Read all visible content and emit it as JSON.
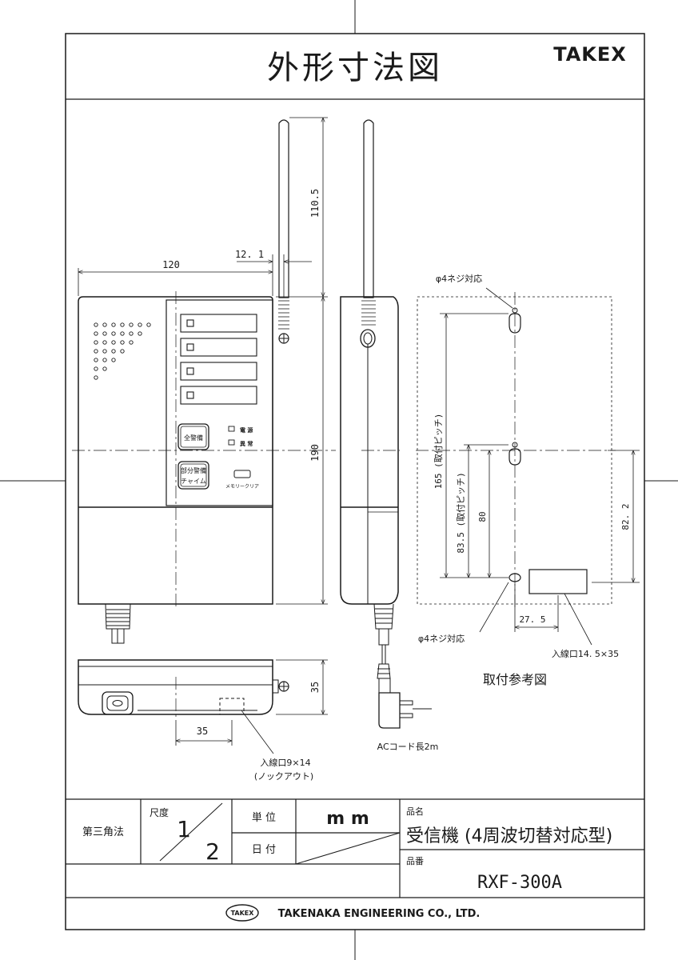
{
  "title": "外形寸法図",
  "brand": "TAKEX",
  "dimensions": {
    "antenna_height": "110.5",
    "width": "120",
    "antenna_offset": "12. 1",
    "body_height": "190",
    "depth": "35",
    "bottom_inlet_offset": "35",
    "mount_pitch_165": "165 (取付ピッチ)",
    "mount_pitch_83": "83.5 (取付ピッチ)",
    "mount_80": "80",
    "mount_82": "82. 2",
    "mount_27": "27. 5"
  },
  "front_panel": {
    "button_all": "全警備",
    "button_partial_line1": "部分警備",
    "button_partial_line2": "チャイム",
    "led_power": "電 源",
    "led_error": "異 常",
    "memory_clear": "メモリークリア"
  },
  "notes": {
    "screw_top": "φ4ネジ対応",
    "screw_bottom": "φ4ネジ対応",
    "inlet_rear": "入線口14. 5×35",
    "mount_ref": "取付参考図",
    "ac_cord": "ACコード長2m",
    "inlet_bottom_line1": "入線口9×14",
    "inlet_bottom_line2": "(ノックアウト)"
  },
  "title_block": {
    "projection": "第三角法",
    "scale_label": "尺度",
    "scale_num": "1",
    "scale_den": "2",
    "unit_label": "単 位",
    "unit_value": "m m",
    "date_label": "日 付",
    "product_name_label": "品名",
    "product_name": "受信機 (4周波切替対応型)",
    "product_no_label": "品番",
    "product_no": "RXF-300A",
    "company_badge": "TAKEX",
    "company": "TAKENAKA ENGINEERING CO., LTD."
  }
}
